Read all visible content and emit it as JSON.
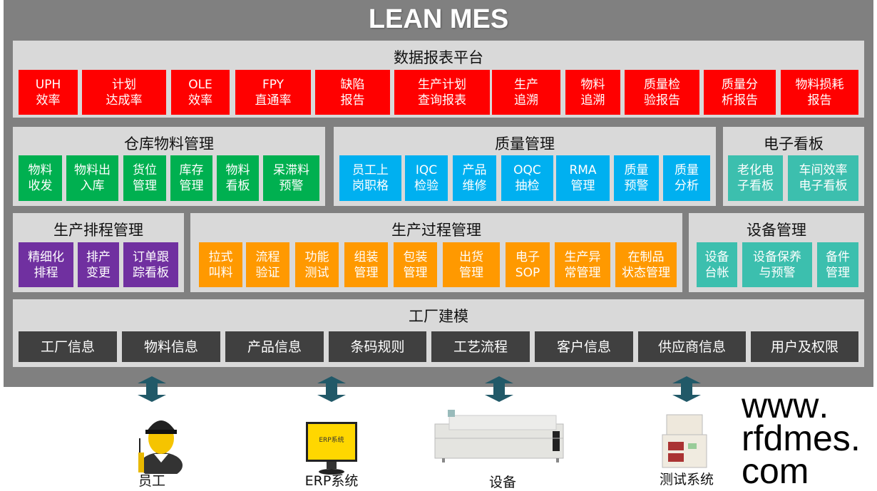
{
  "title": "LEAN MES",
  "colors": {
    "red": "#ff0000",
    "green": "#00b050",
    "blue": "#00b0f0",
    "teal": "#3cbfae",
    "purple": "#7030a0",
    "orange": "#ff9900",
    "dark": "#404040",
    "arrow": "#215968"
  },
  "sections": [
    {
      "id": "report",
      "title": "数据报表平台",
      "color": "red",
      "items": [
        "UPH\n效率",
        "计划\n达成率",
        "OLE\n效率",
        "FPY\n直通率",
        "缺陷\n报告",
        "生产计划\n查询报表",
        "生产\n追溯",
        "物料\n追溯",
        "质量检\n验报告",
        "质量分\n析报告",
        "物料损耗\n报告"
      ]
    },
    {
      "id": "warehouse",
      "title": "仓库物料管理",
      "color": "green",
      "items": [
        "物料\n收发",
        "物料出\n入库",
        "货位\n管理",
        "库存\n管理",
        "物料\n看板",
        "呆滞料\n预警"
      ]
    },
    {
      "id": "quality",
      "title": "质量管理",
      "color": "blue",
      "items": [
        "员工上\n岗职格",
        "IQC\n检验",
        "产品\n维修",
        "OQC\n抽检",
        "RMA\n管理",
        "质量\n预警",
        "质量\n分析"
      ]
    },
    {
      "id": "kanban",
      "title": "电子看板",
      "color": "teal",
      "items": [
        "老化电\n子看板",
        "车间效率\n电子看板"
      ]
    },
    {
      "id": "schedule",
      "title": "生产排程管理",
      "color": "purple",
      "items": [
        "精细化\n排程",
        "排产\n变更",
        "订单跟\n踪看板"
      ]
    },
    {
      "id": "process",
      "title": "生产过程管理",
      "color": "orange",
      "items": [
        "拉式\n叫料",
        "流程\n验证",
        "功能\n测试",
        "组装\n管理",
        "包装\n管理",
        "出货\n管理",
        "电子\nSOP",
        "生产异\n常管理",
        "在制品\n状态管理"
      ]
    },
    {
      "id": "equipment",
      "title": "设备管理",
      "color": "teal",
      "items": [
        "设备\n台帐",
        "设备保养\n与预警",
        "备件\n管理"
      ]
    },
    {
      "id": "modeling",
      "title": "工厂建模",
      "color": "dark",
      "items": [
        "工厂信息",
        "物料信息",
        "产品信息",
        "条码规则",
        "工艺流程",
        "客户信息",
        "供应商信息",
        "用户及权限"
      ]
    }
  ],
  "external": [
    {
      "label": "员工",
      "icon": "worker-icon"
    },
    {
      "label": "ERP系统",
      "icon": "monitor-icon",
      "screen_text": "ERP系统"
    },
    {
      "label": "设备",
      "icon": "machine-icon"
    },
    {
      "label": "测试系统",
      "icon": "tester-icon"
    }
  ],
  "watermark": "www.rfdmes.com"
}
